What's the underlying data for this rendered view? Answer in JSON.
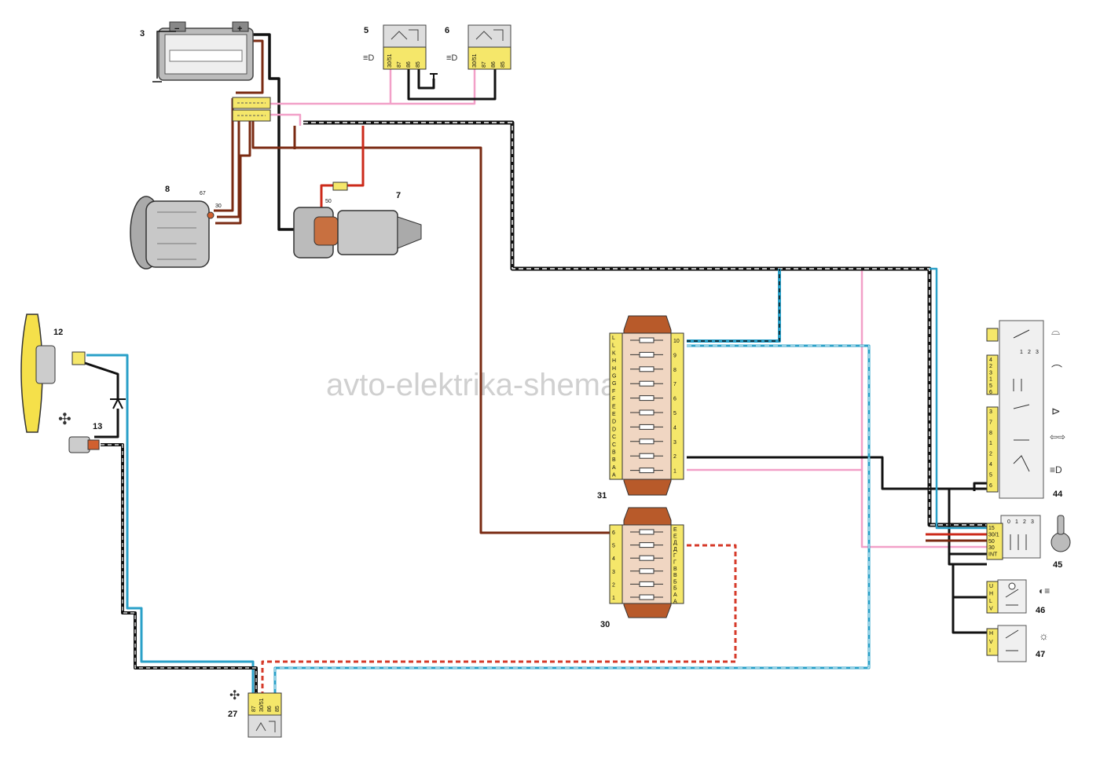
{
  "watermark": "avto-elektrika-shema.ru",
  "components": {
    "battery": "3",
    "relay_left": "5",
    "relay_right": "6",
    "generator": "8",
    "starter": "7",
    "fan_motor": "12",
    "temp_sensor": "13",
    "fan_relay": "27",
    "fuse_block_top": "31",
    "fuse_block_bottom": "30",
    "stalk_switch": "44",
    "ignition_switch": "45",
    "fog_switch": "46",
    "light_switch": "47"
  },
  "terminals": {
    "gen_67": "67",
    "gen_30": "30",
    "starter_50": "50",
    "battery_minus": "−",
    "battery_plus": "+"
  },
  "relay_pins": [
    "30/51",
    "87",
    "86",
    "85"
  ],
  "fan_relay_pins": [
    "87",
    "30/51",
    "86",
    "85"
  ],
  "fuse31_left": [
    "L",
    "L",
    "K",
    "H",
    "H",
    "G",
    "G",
    "F",
    "F",
    "E",
    "E",
    "D",
    "D",
    "C",
    "C",
    "B",
    "B",
    "A",
    "A"
  ],
  "fuse31_right": [
    "10",
    "9",
    "8",
    "7",
    "6",
    "5",
    "4",
    "3",
    "2",
    "1"
  ],
  "fuse30_left": [
    "6",
    "5",
    "4",
    "3",
    "2",
    "1"
  ],
  "fuse30_right": [
    "Е",
    "Е",
    "Д",
    "Д",
    "Г",
    "Г",
    "В",
    "В",
    "Б",
    "Б",
    "А",
    "А"
  ],
  "switch44": {
    "pins_a": [
      "4",
      "2",
      "3",
      "1",
      "5",
      "6"
    ],
    "pins_b": [
      "3",
      "7",
      "8",
      "1",
      "2",
      "4",
      "5",
      "6"
    ],
    "positions": [
      "1",
      "2",
      "3"
    ]
  },
  "switch45": {
    "pins": [
      "15",
      "30/1",
      "50",
      "30",
      "INT"
    ],
    "positions": [
      "0",
      "1",
      "2",
      "3"
    ]
  },
  "switch46": {
    "pins": [
      "U",
      "H",
      "L",
      "V"
    ]
  },
  "switch47": {
    "pins": [
      "H",
      "V",
      "I"
    ]
  }
}
